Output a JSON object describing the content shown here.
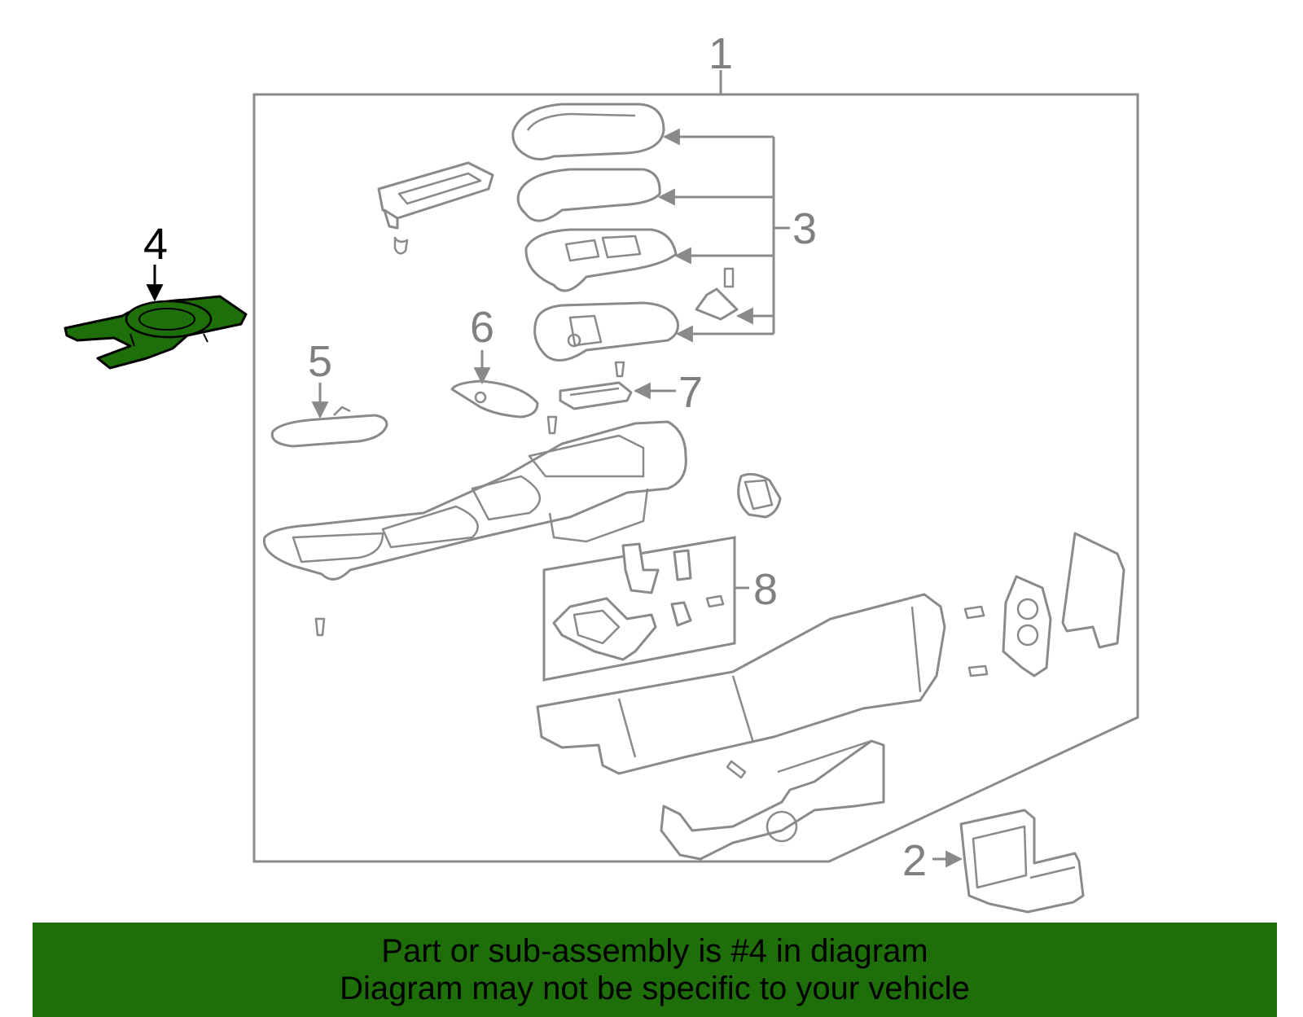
{
  "diagram": {
    "callouts": {
      "c1": "1",
      "c2": "2",
      "c3": "3",
      "c4": "4",
      "c5": "5",
      "c6": "6",
      "c7": "7",
      "c8": "8"
    },
    "highlight_color": "#1e6e0a",
    "line_color": "#8a8a8a"
  },
  "banner": {
    "line1": "Part or sub-assembly is #4 in diagram",
    "line2": "Diagram may not be specific to your vehicle",
    "background": "#1e6e0a"
  }
}
